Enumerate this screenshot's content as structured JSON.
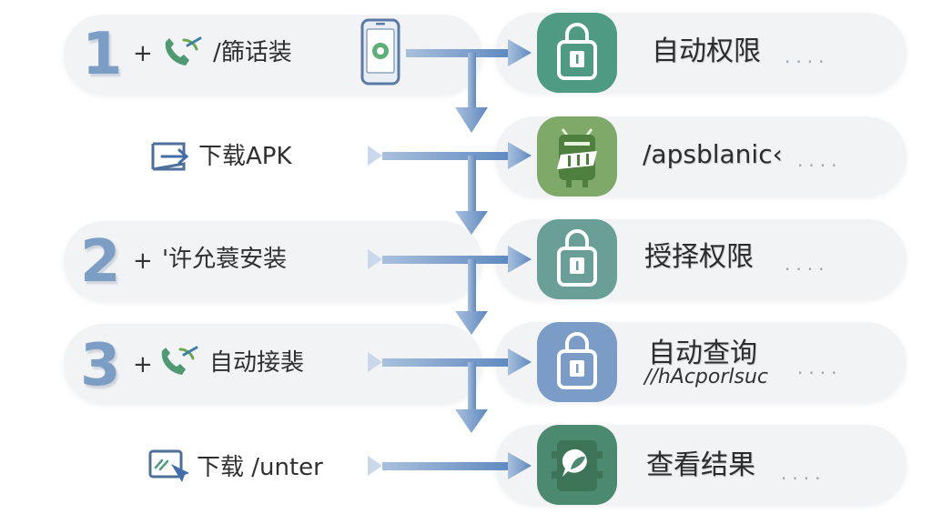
{
  "steps": [
    {
      "number": "1",
      "plus": "+",
      "label": "/篩话装",
      "result": "自动权限",
      "dots": "....",
      "badge_color": "#4e9a82"
    },
    {
      "number": "",
      "plus": "",
      "label": "下载APK",
      "result": "/apsblanic‹",
      "dots": "....",
      "badge_color": "#7fa968"
    },
    {
      "number": "2",
      "plus": "+",
      "label": "'许允蓑安装",
      "result": "授择权限",
      "dots": "....",
      "badge_color": "#6a9f98"
    },
    {
      "number": "3",
      "plus": "+",
      "label": "自动接裴",
      "result": "自动查询",
      "result_sub": "∕/hAcporlsuc",
      "dots": "....",
      "badge_color": "#7a9cc6"
    },
    {
      "number": "",
      "plus": "",
      "label": "下载 /unter",
      "result": "查看结果",
      "dots": "....",
      "badge_color": "#4b8a6e"
    }
  ],
  "icons": {
    "row1_left": "phone-call-icon",
    "row1_device": "smartphone-icon",
    "row2_left": "export-arrow-icon",
    "row3_left": "phone-call-icon",
    "row5_left": "pointer-hand-icon",
    "badge_lock": "padlock-icon",
    "badge_android": "android-icon",
    "badge_chat": "chat-leaf-icon"
  },
  "colors": {
    "arrow": "#6f96c8",
    "number": "#7d9ec4",
    "pill": "#f1f3f5"
  }
}
